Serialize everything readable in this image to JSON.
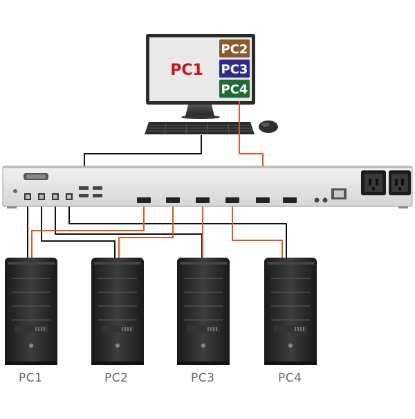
{
  "monitor": {
    "main_label": "PC1",
    "overlays": [
      {
        "label": "PC2",
        "color": "#8a5a2e"
      },
      {
        "label": "PC3",
        "color": "#2f2a8c"
      },
      {
        "label": "PC4",
        "color": "#1f6b34"
      }
    ],
    "main_color": "#c4161c"
  },
  "pcs": [
    {
      "label": "PC1"
    },
    {
      "label": "PC2"
    },
    {
      "label": "PC3"
    },
    {
      "label": "PC4"
    }
  ],
  "colors": {
    "usb_cable": "#111111",
    "video_cable": "#e0561f",
    "chassis": "#e7e7e7",
    "pc_body": "#2a2a2a"
  }
}
